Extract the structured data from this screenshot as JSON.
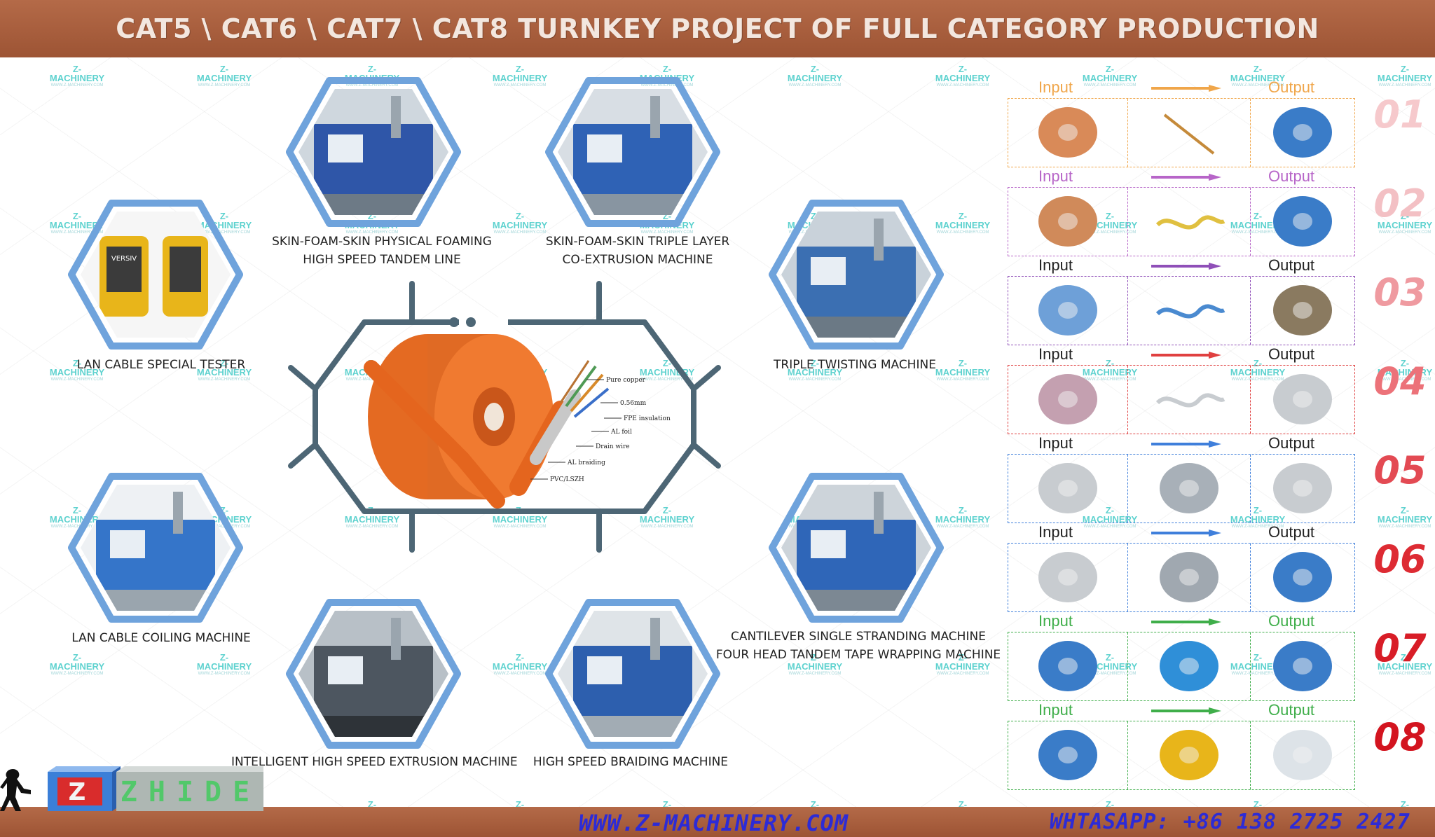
{
  "header": {
    "title": "CAT5 \\ CAT6 \\ CAT7 \\ CAT8 TURNKEY PROJECT OF FULL CATEGORY PRODUCTION"
  },
  "watermark": {
    "brand": "Z-MACHINERY",
    "url": "WWW.Z-MACHINERY.COM"
  },
  "machines": [
    {
      "id": "tester",
      "label": "LAN CABLE SPECIAL TESTER"
    },
    {
      "id": "foaming",
      "label": "SKIN-FOAM-SKIN PHYSICAL FOAMING\nHIGH SPEED TANDEM LINE"
    },
    {
      "id": "coextrusion",
      "label": "SKIN-FOAM-SKIN TRIPLE LAYER\nCO-EXTRUSION MACHINE"
    },
    {
      "id": "twisting",
      "label": "TRIPLE TWISTING MACHINE"
    },
    {
      "id": "coiling",
      "label": "LAN CABLE COILING MACHINE"
    },
    {
      "id": "extrusion",
      "label": "INTELLIGENT HIGH SPEED EXTRUSION MACHINE"
    },
    {
      "id": "braiding",
      "label": "HIGH SPEED BRAIDING MACHINE"
    },
    {
      "id": "stranding",
      "label": "CANTILEVER SINGLE STRANDING MACHINE\nFOUR HEAD TANDEM TAPE WRAPPING MACHINE"
    }
  ],
  "cable_layers": [
    "Pure copper",
    "0.56mm",
    "FPE insulation",
    "AL foil",
    "Drain wire",
    "AL braiding",
    "PVC/LSZH"
  ],
  "tester_brand": "VERSIV",
  "process": {
    "input_label": "Input",
    "output_label": "Output",
    "steps": [
      {
        "num": "01",
        "color": "#f0a64a",
        "num_color": "#f6c9cc"
      },
      {
        "num": "02",
        "color": "#b765c8",
        "num_color": "#f3c0c4"
      },
      {
        "num": "03",
        "color": "#8f4fb8",
        "num_color": "#ef9aa0"
      },
      {
        "num": "04",
        "color": "#e04040",
        "num_color": "#ec7279"
      },
      {
        "num": "05",
        "color": "#3f7fdb",
        "num_color": "#e34a53"
      },
      {
        "num": "06",
        "color": "#3f7fdb",
        "num_color": "#dd2b33"
      },
      {
        "num": "07",
        "color": "#3fae4a",
        "num_color": "#d81d27"
      },
      {
        "num": "08",
        "color": "#3fae4a",
        "num_color": "#d3141f"
      }
    ]
  },
  "footer": {
    "website": "WWW.Z-MACHINERY.COM",
    "whatsapp": "WHTASAPP: +86 138 2725 2427"
  },
  "logo": {
    "text": "ZHIDE"
  }
}
